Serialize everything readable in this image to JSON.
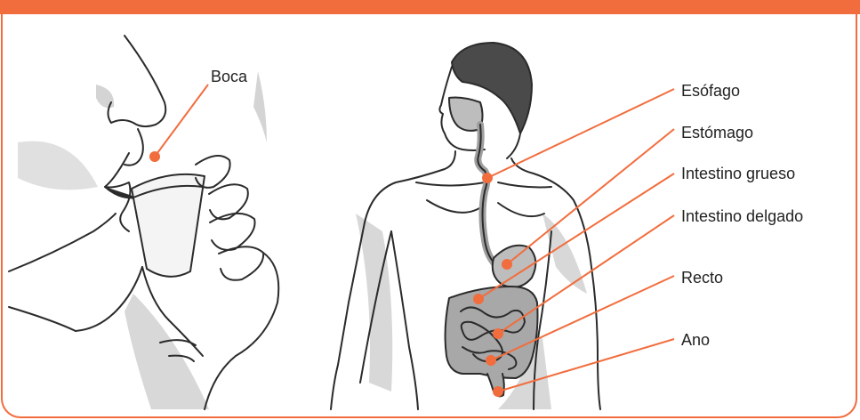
{
  "colors": {
    "accent": "#F26D3D",
    "line_art": "#2b2b2b",
    "shadow": "#d4d4d4",
    "organ_fill": "#bdbdbd"
  },
  "labels": {
    "mouth": "Boca",
    "esophagus": "Esófago",
    "stomach": "Estómago",
    "large_intestine": "Intestino grueso",
    "small_intestine": "Intestino delgado",
    "rectum": "Recto",
    "anus": "Ano"
  }
}
